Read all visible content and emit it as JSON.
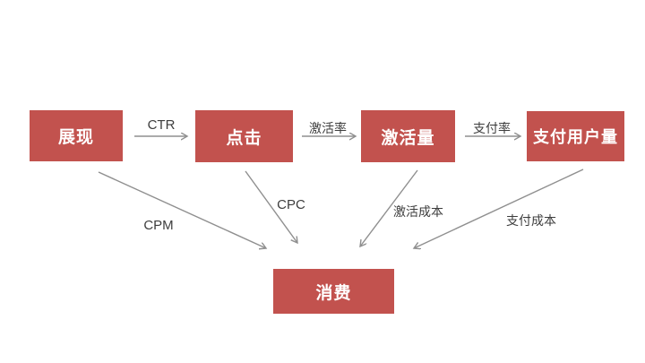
{
  "diagram": {
    "colors": {
      "background": "#ffffff",
      "node": "#c2524e",
      "node_text": "#ffffff",
      "arrow": "#8f8f8f",
      "edge_label": "#3d3d3d"
    },
    "nodes": [
      {
        "id": "impressions",
        "label": "展现"
      },
      {
        "id": "clicks",
        "label": "点击"
      },
      {
        "id": "activations",
        "label": "激活量"
      },
      {
        "id": "paying-users",
        "label": "支付用户量"
      },
      {
        "id": "spend",
        "label": "消费"
      }
    ],
    "edges": [
      {
        "from": "impressions",
        "to": "clicks",
        "label": "CTR"
      },
      {
        "from": "clicks",
        "to": "activations",
        "label": "激活率"
      },
      {
        "from": "activations",
        "to": "paying-users",
        "label": "支付率"
      },
      {
        "from": "impressions",
        "to": "spend",
        "label": "CPM"
      },
      {
        "from": "clicks",
        "to": "spend",
        "label": "CPC"
      },
      {
        "from": "activations",
        "to": "spend",
        "label": "激活成本"
      },
      {
        "from": "paying-users",
        "to": "spend",
        "label": "支付成本"
      }
    ]
  }
}
